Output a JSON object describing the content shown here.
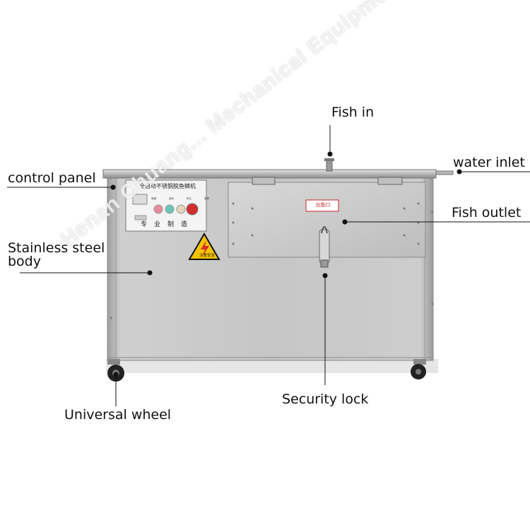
{
  "labels": {
    "fish_in": "Fish in",
    "water_inlet": "water inlet",
    "control_panel": "control panel",
    "fish_outlet": "Fish outlet",
    "stainless_steel_body_line1": "Stainless steel",
    "stainless_steel_body_line2": "body",
    "universal_wheel": "Universal wheel",
    "security_lock": "Security lock"
  },
  "watermark": "Henan Chuang... Mechanical Equipment Co., Ltd.",
  "panel": {
    "title": "全自动不锈钢脱鱼鳞机",
    "footer": "专业制造",
    "button_captions": [
      "电源",
      "启动",
      "停止",
      "急停"
    ]
  },
  "outlet_plate": "出鱼口",
  "warning_sign": "注意安全",
  "colors": {
    "steel_light": "#d9d9d9",
    "steel_dark": "#a9a9a9",
    "warning_yellow": "#f5c400",
    "button_red": "#d32f2f",
    "button_pink": "#e88aa0",
    "button_teal": "#6cc6b6",
    "button_beige": "#e6d6b8"
  }
}
